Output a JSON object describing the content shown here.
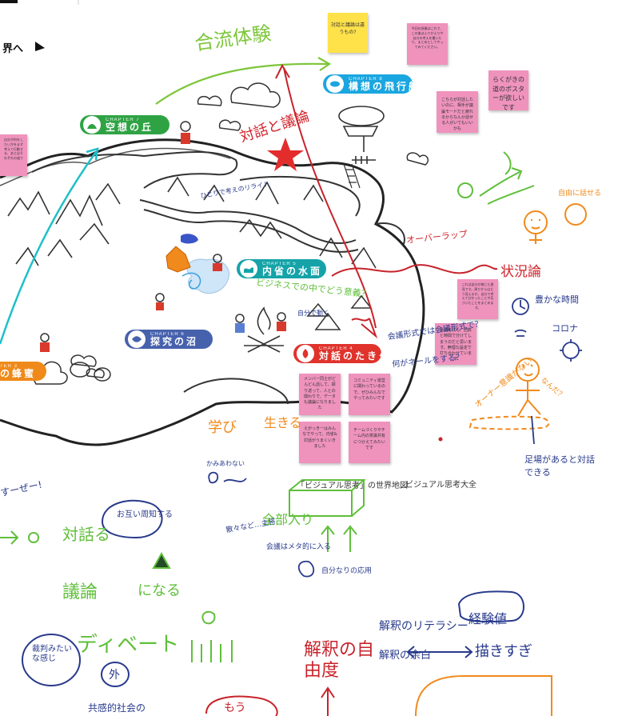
{
  "board": {
    "chapters": [
      {
        "num": "CHAPTER 7",
        "name": "空想の丘",
        "color": "#2fa344",
        "icon": "hill-icon"
      },
      {
        "num": "CHAPTER 8",
        "name": "構想の飛行船",
        "color": "#1aa6e0",
        "icon": "airship-icon"
      },
      {
        "num": "CHAPTER 5",
        "name": "内省の水面",
        "color": "#15a3a8",
        "icon": "water-icon"
      },
      {
        "num": "CHAPTER 6",
        "name": "探究の沼",
        "color": "#4762ad",
        "icon": "swamp-icon"
      },
      {
        "num": "CHAPTER 4",
        "name": "対話のたき火",
        "color": "#e0332c",
        "icon": "fire-icon"
      },
      {
        "num": "TER 3",
        "name": "の蜂蜜",
        "color": "#ef8a1a",
        "icon": "honey-icon"
      }
    ],
    "stickies": {
      "yellow1": "対話と議論は違うもの?",
      "pink_top": "今回の授業はこれで、この後はふりかえりや自分の考えを書いたり、まとめとしてやってみてください。",
      "pink_poster": "らくがきの道のポスターが欲しいです",
      "pink_mid": "こちらが対話したいのに、相手が議論モードだと疲れるからなんか話せる人がいてもいいかも",
      "pink_left": "自分が何をしたいかをまず考えて行動する、あとはそれぞれの道で",
      "pink_right": "これは自分が感じた意見です。周りからはどう見えるか、自分で考えて分かったことや気づいたことをまとめます。",
      "pink_covid": "会議形式も、回数と時間で分けてしまうのだと思います。無理な設定で打ち合わせています",
      "pink_a": "メンバー同士がどんどん話して、振り返って、人との関わりで、データも議論になりました",
      "pink_b": "コミュニティ運営に関わっているので、ぜひみんなでやってみたいです",
      "pink_c": "えがっきーはみんなでやって、内省&対話がうまくいきました",
      "pink_d": "チームづくりやチーム内の意識共有につかえてみたいです"
    },
    "caption_left": "「ビジュアル思考」の世界地図",
    "caption_right": "ビジュアル思考大全",
    "world_edge": "界へ",
    "handwritten": {
      "goryu": "合流体験",
      "taiwa_giron": "対話と議論",
      "hitori": "ひとりで考えのリライト",
      "business": "ビジネスでの中でどう意義？",
      "jibun": "自分で動く",
      "ohtsu": "オーバーラップ",
      "jokyo": "状況論",
      "yutaka": "豊かな時間",
      "corona": "コロナ",
      "kaigi": "会議形式では会議形式で？",
      "nanika": "何がネールをする？",
      "hajimeru": "自由に話せる",
      "ochikomi": "オーナー意識がない",
      "ashiba": "足場があると対話できる",
      "nanda": "なんだ？",
      "manabi": "学び",
      "iteru": "生きる",
      "ikkai": "かみあわない",
      "zenbu": "全部入り",
      "chi": "散々など…主将",
      "kaigi2": "会議はメタ的に入る",
      "jibunnari": "自分なりの応用",
      "otagai": "お互い周知する",
      "taiwaru": "対話る",
      "giron": "議論",
      "naru": "になる",
      "debate": "ディベート",
      "saiban": "裁判みたいな感じ",
      "soto": "外",
      "kaishaku_lit": "解釈のリテラシー",
      "keiken": "経験値",
      "kaishaku_yohaku": "解釈の余白",
      "hakari": "描きすぎ",
      "jiyudo": "解釈の自由度",
      "kyoseki": "共感的社会の",
      "mou": "もう",
      "sure": "すーぜー!"
    }
  }
}
